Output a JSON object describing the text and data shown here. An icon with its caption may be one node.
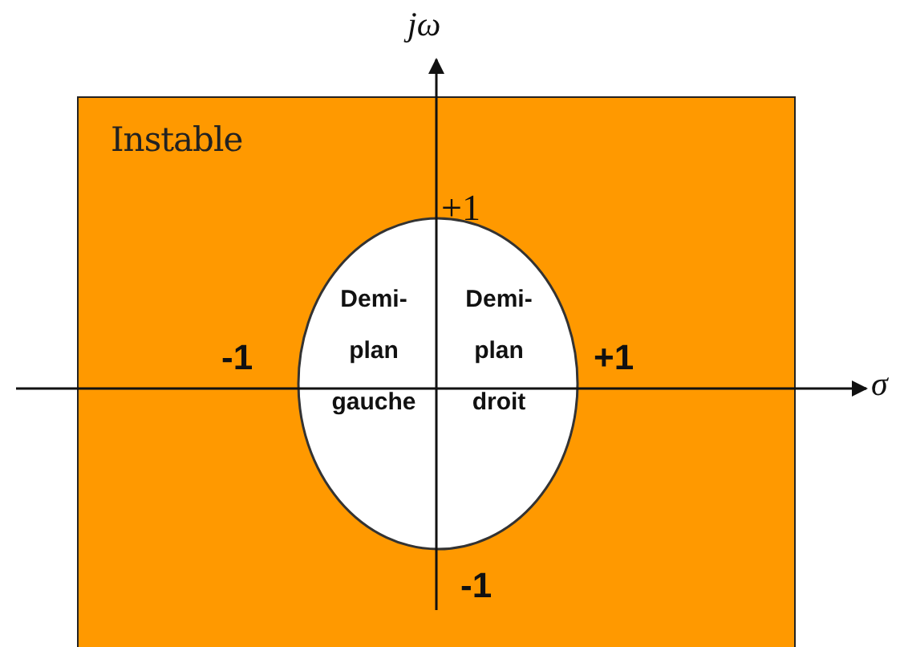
{
  "diagram": {
    "nodes": [
      {
        "text": [
          "Instable"
        ]
      },
      {
        "text": [
          "Demi-plan gauche",
          "Demi-plan droit"
        ],
        "in": 0
      }
    ],
    "labels": [
      "jω",
      "+1",
      "-1",
      "+1",
      "-1",
      "σ"
    ]
  }
}
